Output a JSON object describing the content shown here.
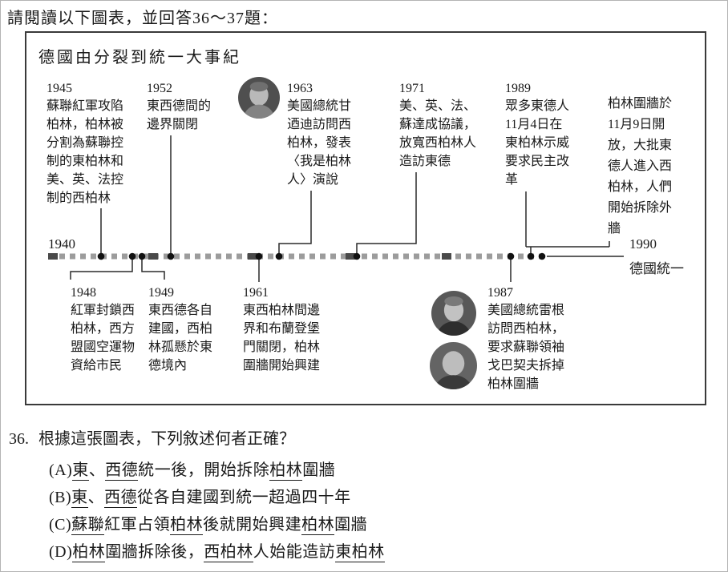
{
  "page": {
    "instruction": "請閱讀以下圖表，並回答36～37題："
  },
  "diagram": {
    "title": "德國由分裂到統一大事紀",
    "axis": {
      "start_year": "1940",
      "end_year": "1990",
      "end_caption": "德國統一"
    },
    "events_above": [
      {
        "year": "1945",
        "lines": "蘇聯紅軍攻陷\n柏林，柏林被\n分割為蘇聯控\n制的東柏林和\n美、英、法控\n制的西柏林"
      },
      {
        "year": "1952",
        "lines": "東西德間的\n邊界關閉"
      },
      {
        "year": "1963",
        "lines": "美國總統甘\n迺迪訪問西\n柏林，發表\n〈我是柏林\n人〉演說",
        "photo_icon": "kennedy-portrait-photo"
      },
      {
        "year": "1971",
        "lines": "美、英、法、\n蘇達成協議，\n放寬西柏林人\n造訪東德"
      },
      {
        "year": "1989",
        "lines": "眾多東德人\n11月4日在\n東柏林示威\n要求民主改\n革"
      },
      {
        "year": "",
        "lines": "柏林圍牆於\n11月9日開\n放，大批東\n德人進入西\n柏林，人們\n開始拆除外\n牆"
      }
    ],
    "events_below": [
      {
        "year": "1948",
        "lines": "紅軍封鎖西\n柏林，西方\n盟國空運物\n資給市民"
      },
      {
        "year": "1949",
        "lines": "東西德各自\n建國，西柏\n林孤懸於東\n德境內"
      },
      {
        "year": "1961",
        "lines": "東西柏林間邊\n界和布蘭登堡\n門關閉，柏林\n圍牆開始興建"
      },
      {
        "year": "1987",
        "lines": "美國總統雷根\n訪問西柏林，\n要求蘇聯領袖\n戈巴契夫拆掉\n柏林圍牆",
        "photo_icons": [
          "reagan-portrait-photo",
          "gorbachev-portrait-photo"
        ]
      }
    ]
  },
  "question": {
    "number": "36.",
    "stem": "根據這張圖表，下列敘述何者正確？",
    "options": [
      {
        "label": "A",
        "segments": [
          {
            "t": "(A)"
          },
          {
            "t": "東",
            "u": true
          },
          {
            "t": "、"
          },
          {
            "t": "西德",
            "u": true
          },
          {
            "t": "統一後，開始拆除"
          },
          {
            "t": "柏林",
            "u": true
          },
          {
            "t": "圍牆"
          }
        ]
      },
      {
        "label": "B",
        "segments": [
          {
            "t": "(B)"
          },
          {
            "t": "東",
            "u": true
          },
          {
            "t": "、"
          },
          {
            "t": "西德",
            "u": true
          },
          {
            "t": "從各自建國到統一超過四十年"
          }
        ]
      },
      {
        "label": "C",
        "segments": [
          {
            "t": "(C)"
          },
          {
            "t": "蘇聯",
            "u": true
          },
          {
            "t": "紅軍占領"
          },
          {
            "t": "柏林",
            "u": true
          },
          {
            "t": "後就開始興建"
          },
          {
            "t": "柏林",
            "u": true
          },
          {
            "t": "圍牆"
          }
        ]
      },
      {
        "label": "D",
        "segments": [
          {
            "t": "(D)"
          },
          {
            "t": "柏林",
            "u": true
          },
          {
            "t": "圍牆拆除後，"
          },
          {
            "t": "西柏林",
            "u": true
          },
          {
            "t": "人始能造訪"
          },
          {
            "t": "東柏林",
            "u": true
          }
        ]
      }
    ]
  },
  "colors": {
    "ink": "#1a1a1a",
    "dash_gray": "#9c9c9c",
    "decade_dark": "#4a4a4a"
  }
}
